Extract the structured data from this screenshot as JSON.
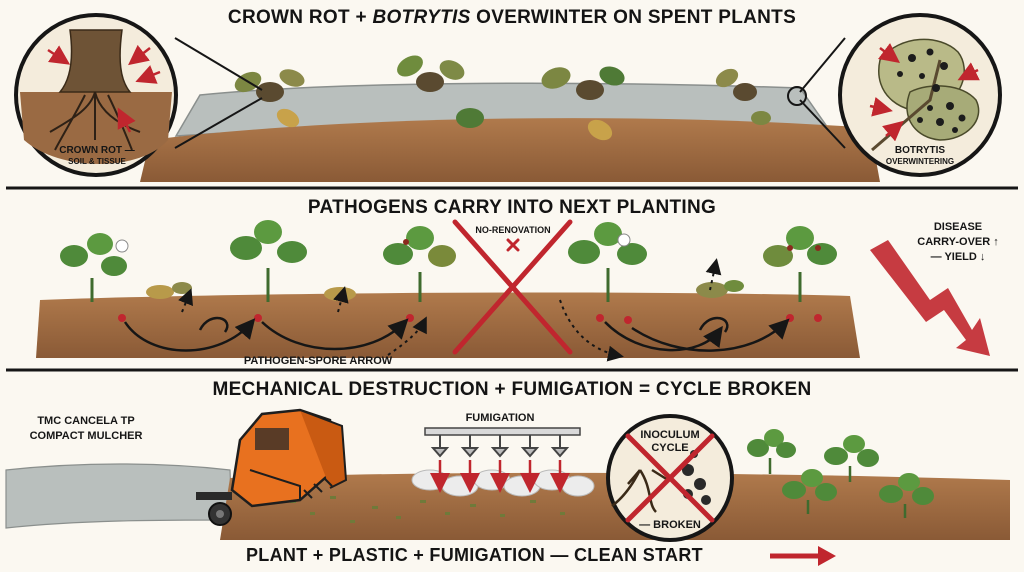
{
  "panel1": {
    "title_prefix": "CROWN ROT + ",
    "title_emph": "BOTRYTIS",
    "title_suffix": " OVERWINTER ON SPENT PLANTS",
    "left_inset_label_1": "CROWN ROT —",
    "left_inset_label_2": "SOIL & TISSUE",
    "right_inset_label_1": "BOTRYTIS",
    "right_inset_label_2": "OVERWINTERING"
  },
  "panel2": {
    "title": "PATHOGENS CARRY INTO NEXT PLANTING",
    "no_renovation": "NO-RENOVATION",
    "arrow_label": "PATHOGEN-SPORE ARROW",
    "side_1": "DISEASE",
    "side_2": "CARRY-OVER ↑",
    "side_3": "— YIELD ↓"
  },
  "panel3": {
    "title": "MECHANICAL DESTRUCTION + FUMIGATION = CYCLE BROKEN",
    "machine_1": "TMC CANCELA TP",
    "machine_2": "COMPACT MULCHER",
    "fumigation": "FUMIGATION",
    "cycle_1": "INOCULUM",
    "cycle_2": "CYCLE",
    "cycle_3": "— BROKEN",
    "bottom": "PLANT + PLASTIC + FUMIGATION — CLEAN START"
  },
  "colors": {
    "soil": "#9a6a43",
    "leaf": "#4f8a3a",
    "dead_leaf": "#8c8a4a",
    "red": "#c0262e",
    "machine": "#e8711f",
    "plastic": "#b9bfbd"
  }
}
